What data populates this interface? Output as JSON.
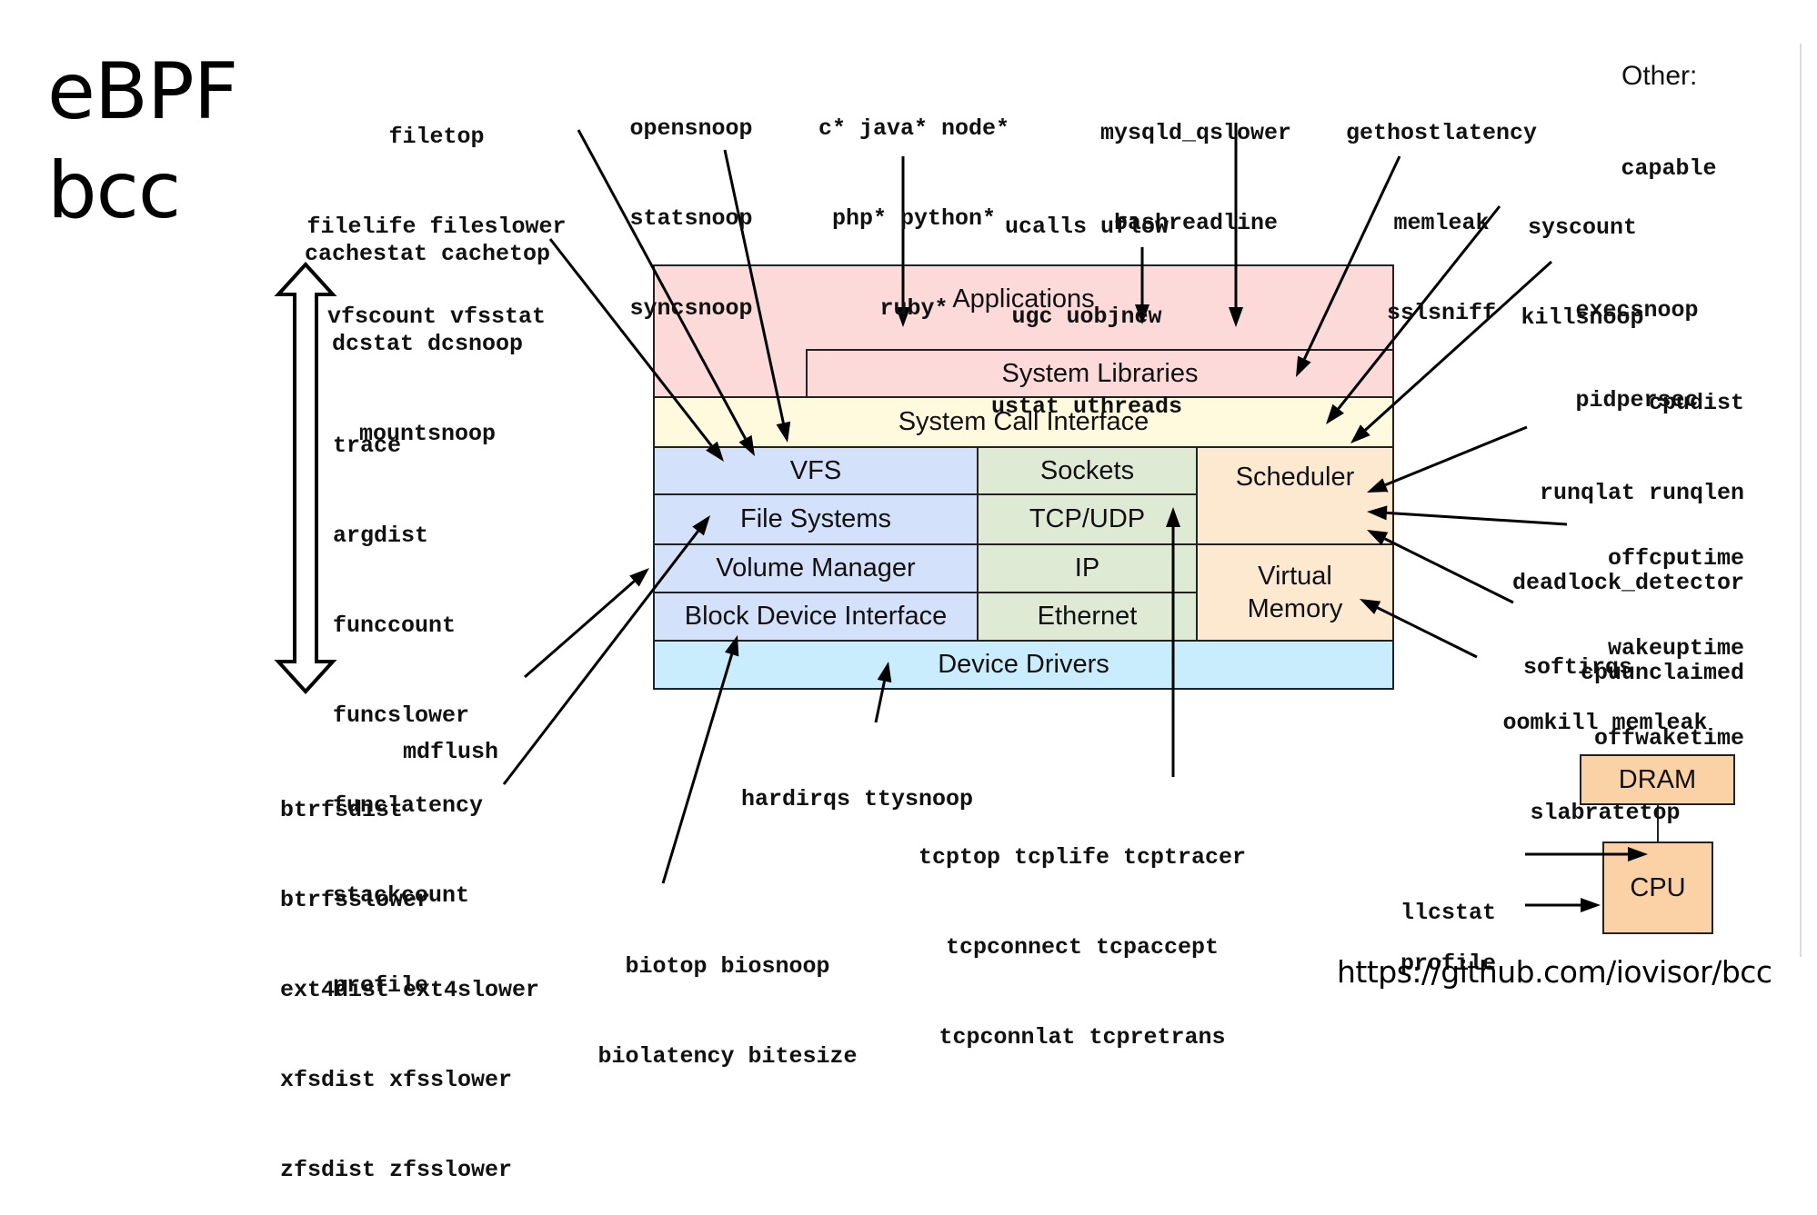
{
  "title": {
    "line1": "eBPF",
    "line2": "bcc"
  },
  "source_url": "https://github.com/iovisor/bcc",
  "layers": {
    "applications": "Applications",
    "system_libraries": "System Libraries",
    "system_call_interface": "System Call Interface",
    "vfs": "VFS",
    "file_systems": "File Systems",
    "volume_manager": "Volume Manager",
    "block_device_interface": "Block Device Interface",
    "sockets": "Sockets",
    "tcp_udp": "TCP/UDP",
    "ip": "IP",
    "ethernet": "Ethernet",
    "scheduler": "Scheduler",
    "virtual_memory": "Virtual Memory",
    "device_drivers": "Device Drivers",
    "dram": "DRAM",
    "cpu": "CPU"
  },
  "colors": {
    "applications": "#fcdad9",
    "system_call_interface": "#fff9de",
    "storage_stack": "#d4e1fa",
    "network_stack": "#dfead5",
    "scheduler_memory": "#fde9d0",
    "device_drivers": "#c9edfc",
    "hardware": "#fbd2a5"
  },
  "tool_groups": {
    "file": [
      "filetop",
      "filelife fileslower",
      "vfscount vfsstat"
    ],
    "cache": [
      "cachestat cachetop",
      "dcstat dcsnoop",
      "mountsnoop"
    ],
    "snoop": [
      "opensnoop",
      "statsnoop",
      "syncsnoop"
    ],
    "languages": [
      "c* java* node*",
      "php* python*",
      "ruby*"
    ],
    "ucalls": [
      "ucalls uflow",
      "ugc uobjnew",
      "ustat uthreads"
    ],
    "app_specific": [
      "mysqld_qslower",
      "bashreadline"
    ],
    "libs": [
      "gethostlatency",
      "memleak",
      "sslsniff"
    ],
    "other_heading": "Other:",
    "other": [
      "capable"
    ],
    "syscount": [
      "syscount",
      "killsnoop"
    ],
    "exec": [
      "execsnoop",
      "pidpersec"
    ],
    "cpu_sched": [
      "cpudist",
      "runqlat runqlen",
      "deadlock_detector",
      "cpuunclaimed"
    ],
    "offcpu": [
      "offcputime",
      "wakeuptime",
      "offwaketime"
    ],
    "softirqs": [
      "softirqs"
    ],
    "memory": [
      "oomkill memleak",
      "slabratetop"
    ],
    "multi": [
      "trace",
      "argdist",
      "funccount",
      "funcslower",
      "funclatency",
      "stackcount",
      "profile"
    ],
    "mdflush": [
      "mdflush"
    ],
    "fs_specific": [
      "btrfsdist",
      "btrfsslower",
      "ext4dist ext4slower",
      "xfsdist xfsslower",
      "zfsdist zfsslower"
    ],
    "block_io": [
      "biotop biosnoop",
      "biolatency bitesize"
    ],
    "irq": [
      "hardirqs ttysnoop"
    ],
    "tcp": [
      "tcptop tcplife tcptracer",
      "tcpconnect tcpaccept",
      "tcpconnlat tcpretrans"
    ],
    "llcstat": [
      "llcstat"
    ],
    "cpu_profile": [
      "profile"
    ]
  }
}
